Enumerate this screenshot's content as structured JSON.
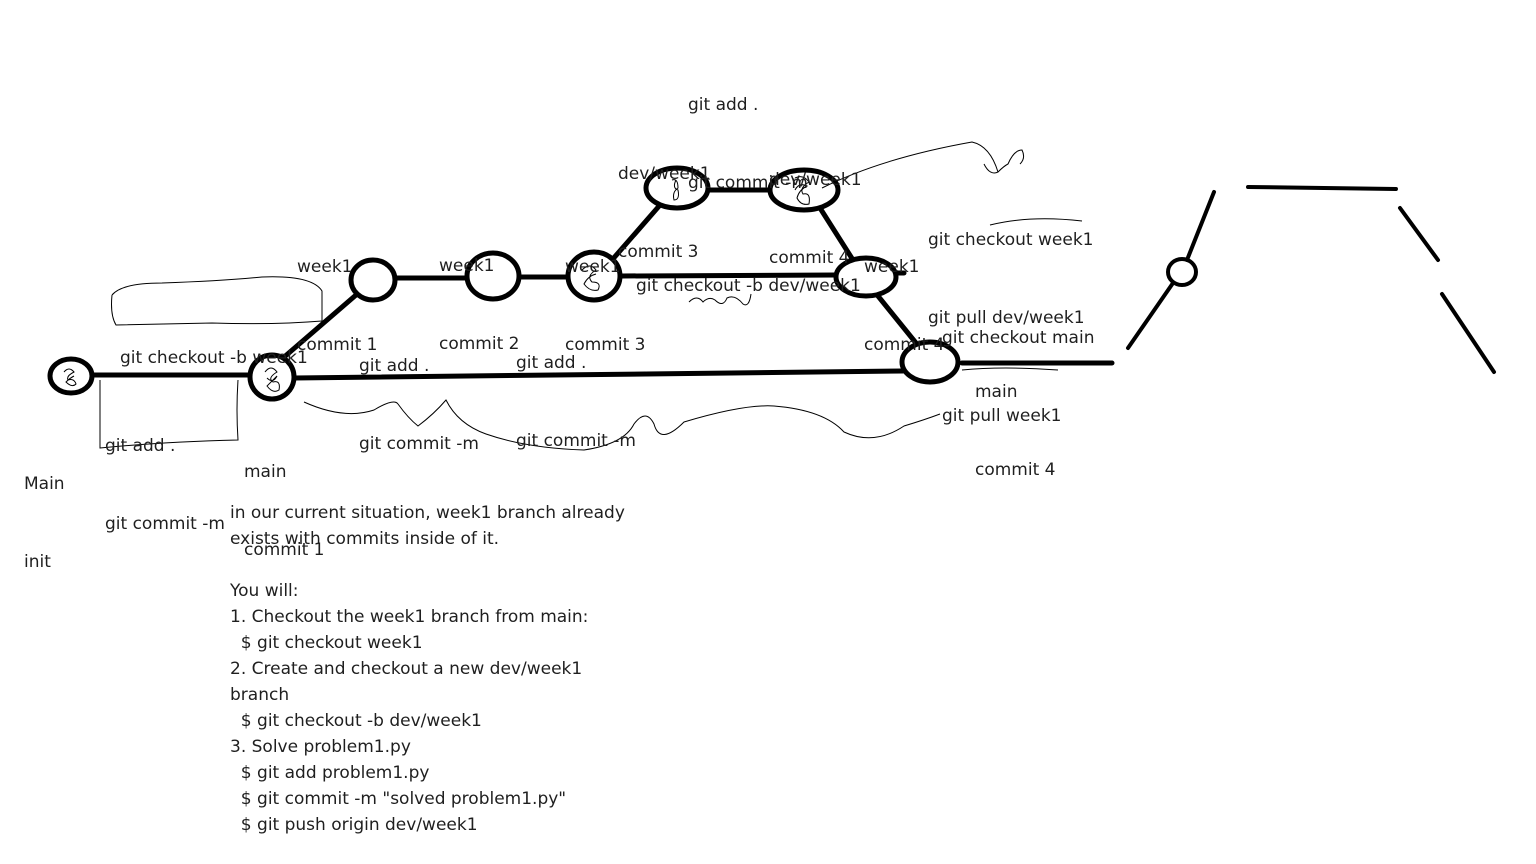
{
  "labels": {
    "main_init": [
      "Main",
      "init"
    ],
    "main_commit1": [
      "main",
      "commit 1"
    ],
    "add_commit_a": [
      "git add .",
      "git commit -m"
    ],
    "checkout_week1": [
      "git checkout -b week1"
    ],
    "week1_commit1": [
      "week1",
      "commit 1"
    ],
    "add_commit_b": [
      "git add .",
      "git commit -m"
    ],
    "week1_commit2": [
      "week1",
      "commit 2"
    ],
    "week1_commit3": [
      "week1",
      "commit 3"
    ],
    "add_commit_c": [
      "git add .",
      "git commit -m"
    ],
    "dev_commit3": [
      "dev/week1",
      "commit 3"
    ],
    "add_commit_top": [
      "git add .",
      "git commit -m"
    ],
    "dev_commit4": [
      "dev/week1",
      "commit 4"
    ],
    "checkout_dev": [
      "git checkout -b dev/week1"
    ],
    "week1_commit4": [
      "week1",
      "commit 4"
    ],
    "checkout_pull_week1": [
      "git checkout week1",
      "git pull dev/week1"
    ],
    "checkout_main_pull": [
      "git checkout main",
      "git pull week1"
    ],
    "main_commit4": [
      "main",
      "commit 4"
    ]
  },
  "instructions": [
    "in our current situation, week1 branch already",
    "exists with commits inside of it.",
    "",
    "You will:",
    "1. Checkout the week1 branch from main:",
    "  $ git checkout week1",
    "2. Create and checkout a new dev/week1",
    "branch",
    "  $ git checkout -b dev/week1",
    "3. Solve problem1.py",
    "  $ git add problem1.py",
    "  $ git commit -m \"solved problem1.py\"",
    "  $ git push origin dev/week1"
  ],
  "colors": {
    "ink": "#000000",
    "text": "#1f1f1f",
    "background": "#ffffff"
  }
}
